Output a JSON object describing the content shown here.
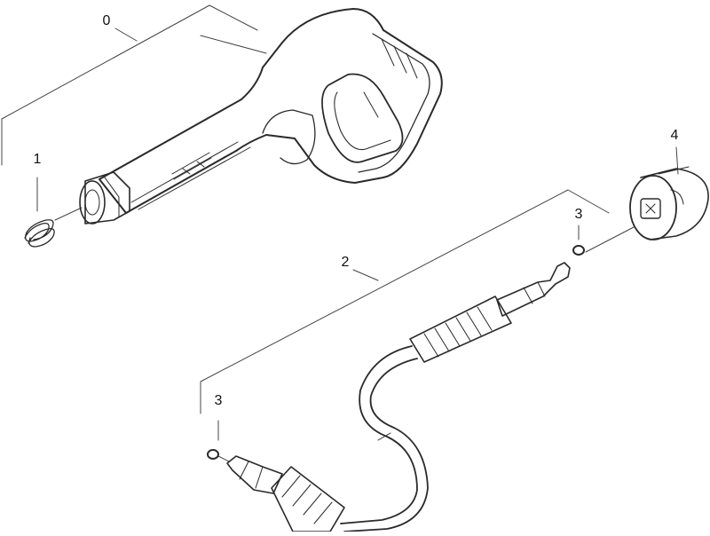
{
  "diagram": {
    "type": "exploded-parts-view",
    "callouts": [
      {
        "id": "c0",
        "label": "0",
        "part": "trigger-gun"
      },
      {
        "id": "c1",
        "label": "1",
        "part": "spring"
      },
      {
        "id": "c2",
        "label": "2",
        "part": "high-pressure-hose"
      },
      {
        "id": "c3a",
        "label": "3",
        "part": "o-ring-top"
      },
      {
        "id": "c3b",
        "label": "3",
        "part": "o-ring-bottom"
      },
      {
        "id": "c4",
        "label": "4",
        "part": "quick-coupling"
      }
    ]
  }
}
